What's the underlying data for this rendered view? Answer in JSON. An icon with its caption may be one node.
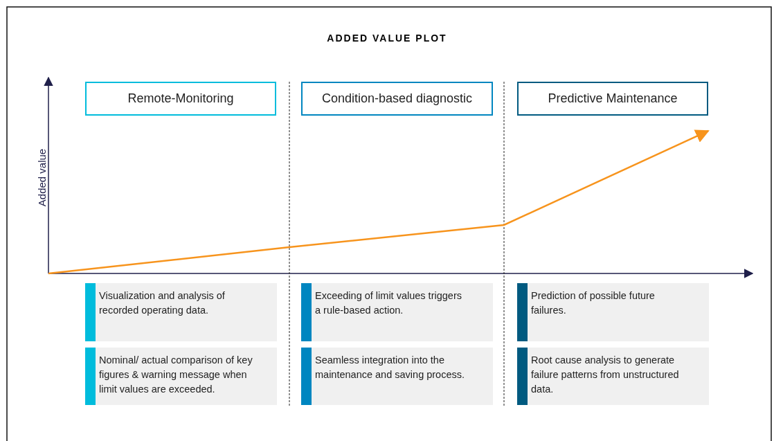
{
  "diagram": {
    "title": "ADDED VALUE PLOT",
    "nodes": [
      {
        "text": [
          "Remote-Monitoring"
        ]
      },
      {
        "text": [
          "Condition-based diagnostic"
        ]
      },
      {
        "text": [
          "Predictive Maintenance"
        ]
      },
      {
        "text": [
          "Visualization and analysis of recorded operating data."
        ]
      },
      {
        "text": [
          "Exceeding of limit values triggers a rule-based action."
        ]
      },
      {
        "text": [
          "Prediction of possible future failures."
        ]
      },
      {
        "text": [
          "Nominal/ actual comparison of key figures & warning message when limit values are exceeded."
        ]
      },
      {
        "text": [
          "Seamless integration into the maintenance and saving process."
        ]
      },
      {
        "text": [
          "Root cause analysis to generate failure patterns from unstructured data."
        ]
      }
    ],
    "labels": [
      "Added value"
    ]
  }
}
